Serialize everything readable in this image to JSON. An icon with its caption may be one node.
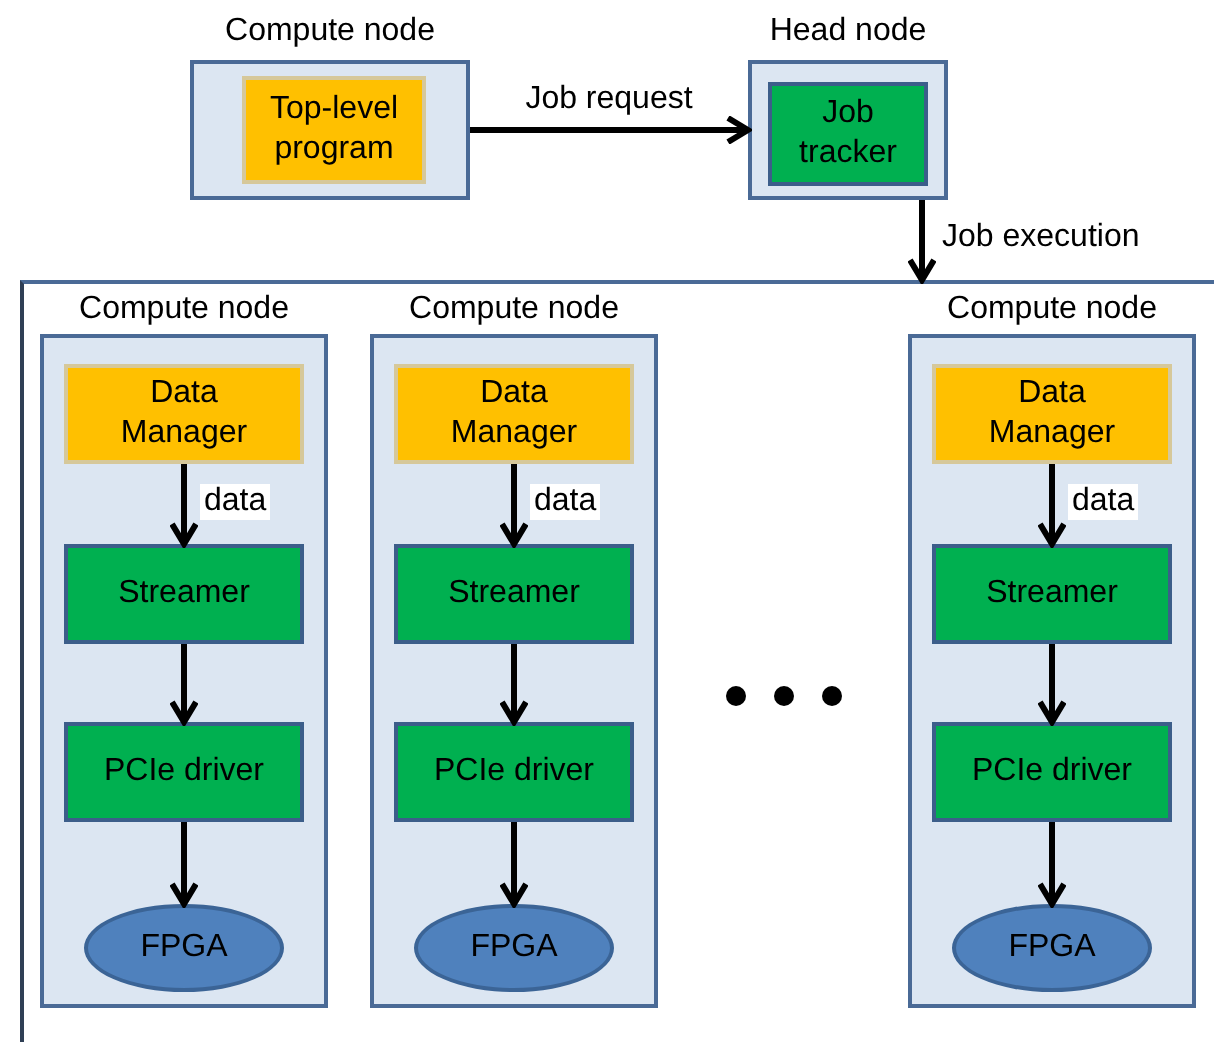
{
  "diagram": {
    "nodes": [
      {
        "text": [
          "Compute node"
        ]
      },
      {
        "text": [
          "Top-level program"
        ],
        "in": 0
      },
      {
        "text": [
          "Head node"
        ]
      },
      {
        "text": [
          "Job tracker"
        ],
        "in": 2
      },
      {
        "text": [],
        "shape": "box"
      },
      {
        "text": [
          "Compute node"
        ],
        "in": 4
      },
      {
        "text": [
          "Data Manager"
        ],
        "in": 5
      },
      {
        "text": [
          "Streamer"
        ],
        "in": 5
      },
      {
        "text": [
          "PCIe driver"
        ],
        "in": 5
      },
      {
        "text": [
          "FPGA"
        ],
        "in": 5
      },
      {
        "text": [
          "Compute node"
        ],
        "in": 4
      },
      {
        "text": [
          "Data Manager"
        ],
        "in": 10
      },
      {
        "text": [
          "Streamer"
        ],
        "in": 10
      },
      {
        "text": [
          "PCIe driver"
        ],
        "in": 10
      },
      {
        "text": [
          "FPGA"
        ],
        "in": 10
      },
      {
        "text": [
          "Compute node"
        ],
        "in": 4
      },
      {
        "text": [
          "Data Manager"
        ],
        "in": 15
      },
      {
        "text": [
          "Streamer"
        ],
        "in": 15
      },
      {
        "text": [
          "PCIe driver"
        ],
        "in": 15
      },
      {
        "text": [
          "FPGA"
        ],
        "in": 15
      }
    ],
    "edges": [
      {
        "from": 0,
        "to": 2,
        "arrow": "to",
        "label": "Job request"
      },
      {
        "from": 2,
        "to": 4,
        "arrow": "to",
        "label": "Job execution"
      },
      {
        "from": 6,
        "to": 7,
        "arrow": "to",
        "label": "data"
      },
      {
        "from": 7,
        "to": 8,
        "arrow": "to"
      },
      {
        "from": 8,
        "to": 9,
        "arrow": "to"
      },
      {
        "from": 11,
        "to": 12,
        "arrow": "to",
        "label": "data"
      },
      {
        "from": 12,
        "to": 13,
        "arrow": "to"
      },
      {
        "from": 13,
        "to": 14,
        "arrow": "to"
      },
      {
        "from": 16,
        "to": 17,
        "arrow": "to",
        "label": "data"
      },
      {
        "from": 17,
        "to": 18,
        "arrow": "to"
      },
      {
        "from": 18,
        "to": 19,
        "arrow": "to"
      }
    ]
  }
}
